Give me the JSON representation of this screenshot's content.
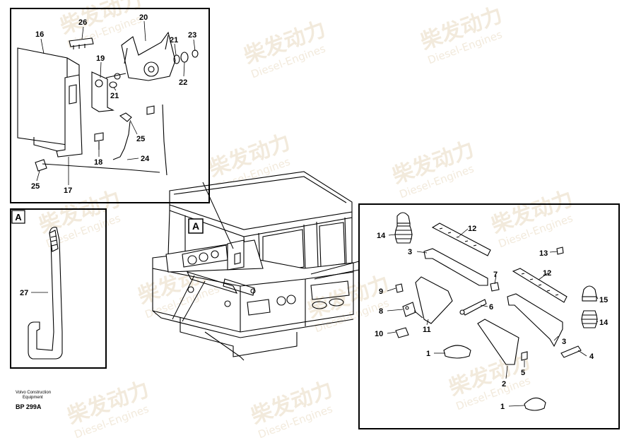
{
  "watermark": {
    "brand": "柴发动力",
    "sub": "Diesel-Engines",
    "color": "#e8d9c0"
  },
  "caption": {
    "line1": "Volvo Construction",
    "line2": "Equipment",
    "code": "BP 299A"
  },
  "inset_a": {
    "label": "A"
  },
  "cab_marker": {
    "label": "A"
  },
  "top_left_callouts": [
    "16",
    "26",
    "20",
    "23",
    "21",
    "19",
    "22",
    "21",
    "25",
    "18",
    "24",
    "25",
    "17"
  ],
  "inset_callout": "27",
  "right_callouts": [
    "14",
    "12",
    "3",
    "13",
    "7",
    "12",
    "9",
    "6",
    "15",
    "8",
    "14",
    "10",
    "11",
    "3",
    "1",
    "4",
    "5",
    "2",
    "1"
  ]
}
